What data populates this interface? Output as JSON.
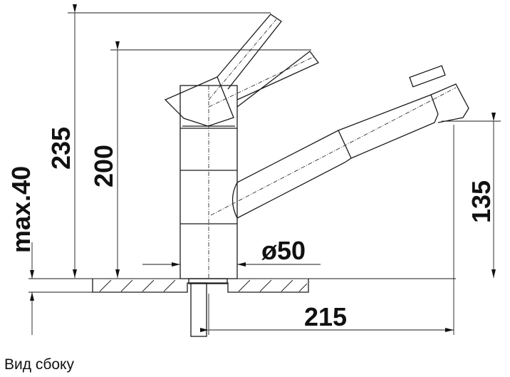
{
  "dimensions": {
    "lever_up_height": "235",
    "lever_down_height": "200",
    "max_counter_thickness": "max.40",
    "spout_height": "135",
    "body_diameter": "ø50",
    "spout_reach": "215"
  },
  "caption": "Вид сбоку"
}
